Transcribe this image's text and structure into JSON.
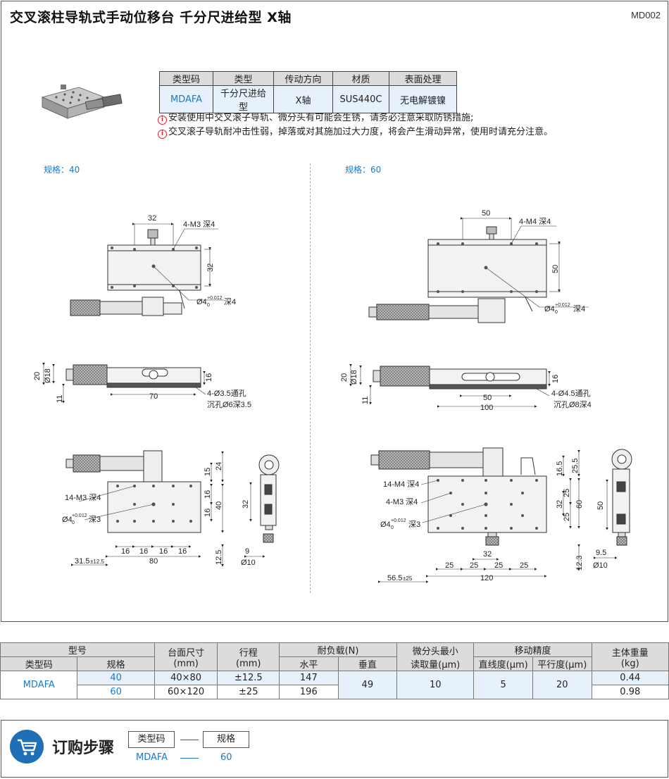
{
  "header": {
    "title": "交叉滚柱导轨式手动位移台  千分尺进给型  X轴",
    "code": "MD002"
  },
  "spec_table": {
    "headers": [
      "类型码",
      "类型",
      "传动方向",
      "材质",
      "表面处理"
    ],
    "row": [
      "MDAFA",
      "千分尺进给型",
      "X轴",
      "SUS440C",
      "无电解镀镍"
    ]
  },
  "notes": [
    "安装使用中交叉滚子导轨、微分头有可能会生锈，请务必注意采取防锈措施;",
    "交叉滚子导轨耐冲击性弱，掉落或对其施加过大力度，将会产生滑动异常，使用时请充分注意。"
  ],
  "note_icon": "info-icon",
  "drawings": {
    "left": {
      "label": "规格：40",
      "top_view": {
        "dim_w": "32",
        "dim_h": "32",
        "tap": "4-M3 深4",
        "pin_hole": "Ø4",
        "pin_tol_up": "+0.012",
        "pin_tol_lo": "0",
        "pin_depth": "深4"
      },
      "side_view": {
        "d_outer": "20",
        "d_inner": "Ø18",
        "d_low": "11",
        "d_h": "16",
        "d_len": "70",
        "hole1": "4-Ø3.5通孔",
        "hole2": "沉孔Ø6深3.5"
      },
      "bottom_view": {
        "tap": "14-M3 深4",
        "pin_hole": "Ø4",
        "pin_tol_up": "+0.012",
        "pin_tol_lo": "0",
        "pin_depth": "深3",
        "v15": "15",
        "v24": "24",
        "v16a": "16",
        "v16b": "16",
        "v40": "40",
        "v32": "32",
        "v125": "12.5",
        "h16a": "16",
        "h16b": "16",
        "h16c": "16",
        "h16d": "16",
        "offset": "31.5",
        "offset_tol": "±12.5",
        "w80": "80",
        "e9": "9",
        "e10": "Ø10"
      }
    },
    "right": {
      "label": "规格：60",
      "top_view": {
        "dim_w": "50",
        "dim_h": "50",
        "tap": "4-M4 深4",
        "pin_hole": "Ø4",
        "pin_tol_up": "+0.012",
        "pin_tol_lo": "0",
        "pin_depth": "深4"
      },
      "side_view": {
        "d_outer": "20",
        "d_inner": "Ø18",
        "d_low": "11",
        "d_h": "16",
        "d_len1": "50",
        "d_len2": "100",
        "hole1": "4-Ø4.5通孔",
        "hole2": "沉孔Ø8深4"
      },
      "bottom_view": {
        "tap1": "14-M4 深4",
        "tap2": "4-M3 深4",
        "pin_hole": "Ø4",
        "pin_tol_up": "+0.012",
        "pin_tol_lo": "0",
        "pin_depth": "深3",
        "v165": "16.5",
        "v255": "25.5",
        "v32": "32",
        "v25a": "25",
        "v25b": "25",
        "v60": "60",
        "v50": "50",
        "v123": "12.3",
        "h25a": "25",
        "h25b": "25",
        "h25c": "25",
        "h25d": "25",
        "h32": "32",
        "offset": "56.5",
        "offset_tol": "±25",
        "w120": "120",
        "e95": "9.5",
        "e10": "Ø10"
      }
    }
  },
  "data_table": {
    "h_model": "型号",
    "h_type": "类型码",
    "h_size": "规格",
    "h_table": "台面尺寸",
    "h_table_unit": "(mm)",
    "h_stroke": "行程",
    "h_stroke_unit": "(mm)",
    "h_load": "耐负载(N)",
    "h_horiz": "水平",
    "h_vert": "垂直",
    "h_read": "微分头最小",
    "h_read2": "读取量(μm)",
    "h_acc": "移动精度",
    "h_straight": "直线度(μm)",
    "h_parallel": "平行度(μm)",
    "h_weight": "主体重量",
    "h_weight_unit": "(kg)",
    "type_code": "MDAFA",
    "rows": [
      {
        "size": "40",
        "table": "40×80",
        "stroke": "±12.5",
        "horiz": "147",
        "weight": "0.44"
      },
      {
        "size": "60",
        "table": "60×120",
        "stroke": "±25",
        "horiz": "196",
        "weight": "0.98"
      }
    ],
    "vert": "49",
    "read": "10",
    "straight": "5",
    "parallel": "20"
  },
  "order": {
    "title": "订购步骤",
    "icon": "cart-icon",
    "box1": "类型码",
    "box2": "规格",
    "val1": "MDAFA",
    "val2": "60"
  },
  "colors": {
    "accent": "#1b7ac7",
    "icon_bg": "#1e6eb8",
    "warn": "#d9232a",
    "header_bg": "#dcdcdc",
    "band": "#e6f1fb"
  }
}
